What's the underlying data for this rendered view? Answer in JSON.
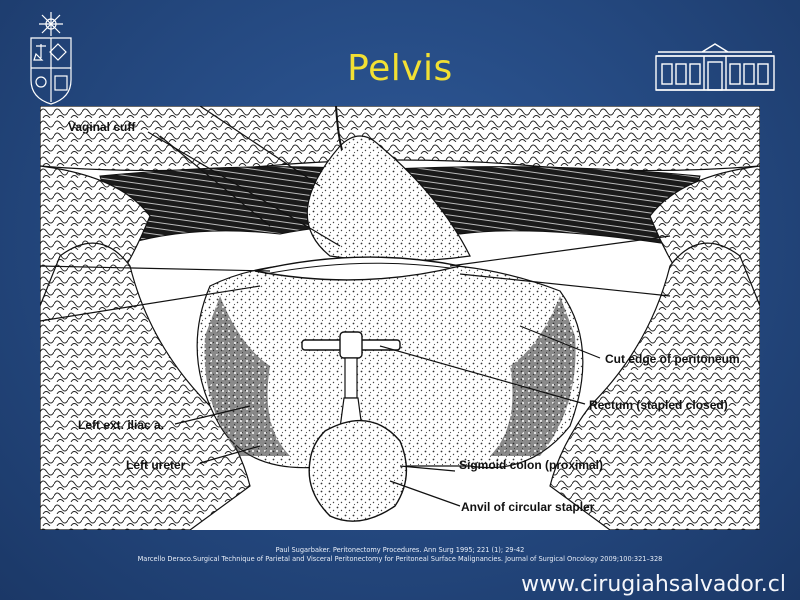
{
  "slide": {
    "title": "Pelvis",
    "website": "www.cirugiahsalvador.cl"
  },
  "figure": {
    "labels": {
      "vaginal_cuff": "Vaginal cuff",
      "cut_edge": "Cut edge of peritoneum",
      "rectum": "Rectum (stapled closed)",
      "left_ext_iliac": "Left ext. iliac a.",
      "left_ureter": "Left ureter",
      "sigmoid_colon": "Sigmoid colon (proximal)",
      "anvil": "Anvil of circular stapler"
    }
  },
  "references": {
    "line1": "Paul Sugarbaker. Peritonectomy Procedures. Ann Surg 1995; 221 (1); 29-42",
    "line2": "Marcello Deraco.Surgical Technique of Parietal and Visceral Peritonectomy for Peritoneal Surface Malignancies. Journal of Surgical Oncology 2009;100:321–328"
  }
}
